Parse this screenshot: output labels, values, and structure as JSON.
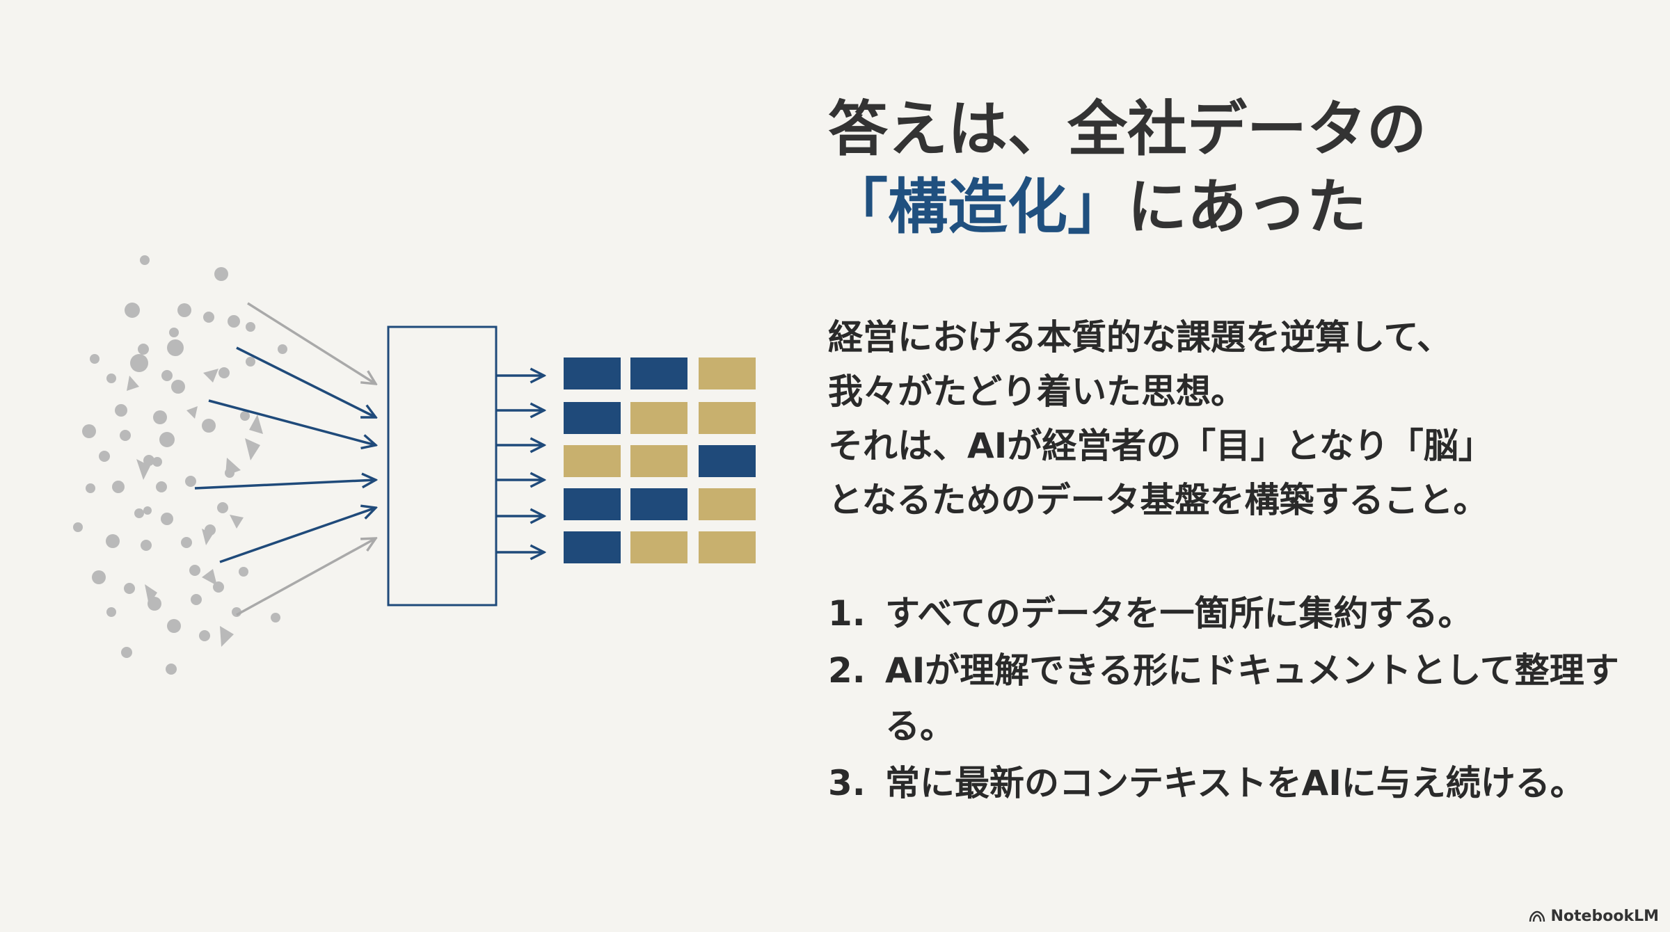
{
  "colors": {
    "blue": "#1f4a7a",
    "gold": "#c8b06e",
    "scatter": "#b9b9b9",
    "arrow_gray": "#a9a9a9"
  },
  "title": {
    "line1": "答えは、全社データの",
    "highlight": "「構造化」",
    "line2_rest": "にあった"
  },
  "paragraph": [
    "経営における本質的な課題を逆算して、",
    "我々がたどり着いた思想。",
    "それは、AIが経営者の「目」となり「脳」",
    "となるためのデータ基盤を構築すること。"
  ],
  "steps": [
    {
      "num": "1.",
      "text": "すべてのデータを一箇所に集約する。"
    },
    {
      "num": "2.",
      "text": "AIが理解できる形にドキュメントとして整理する。"
    },
    {
      "num": "3.",
      "text": "常に最新のコンテキストをAIに与え続ける。"
    }
  ],
  "grid": [
    [
      "blue",
      "blue",
      "gold"
    ],
    [
      "blue",
      "gold",
      "gold"
    ],
    [
      "gold",
      "gold",
      "blue"
    ],
    [
      "blue",
      "blue",
      "gold"
    ],
    [
      "blue",
      "gold",
      "gold"
    ]
  ],
  "brand": {
    "icon": "notebooklm-icon",
    "label": "NotebookLM"
  }
}
